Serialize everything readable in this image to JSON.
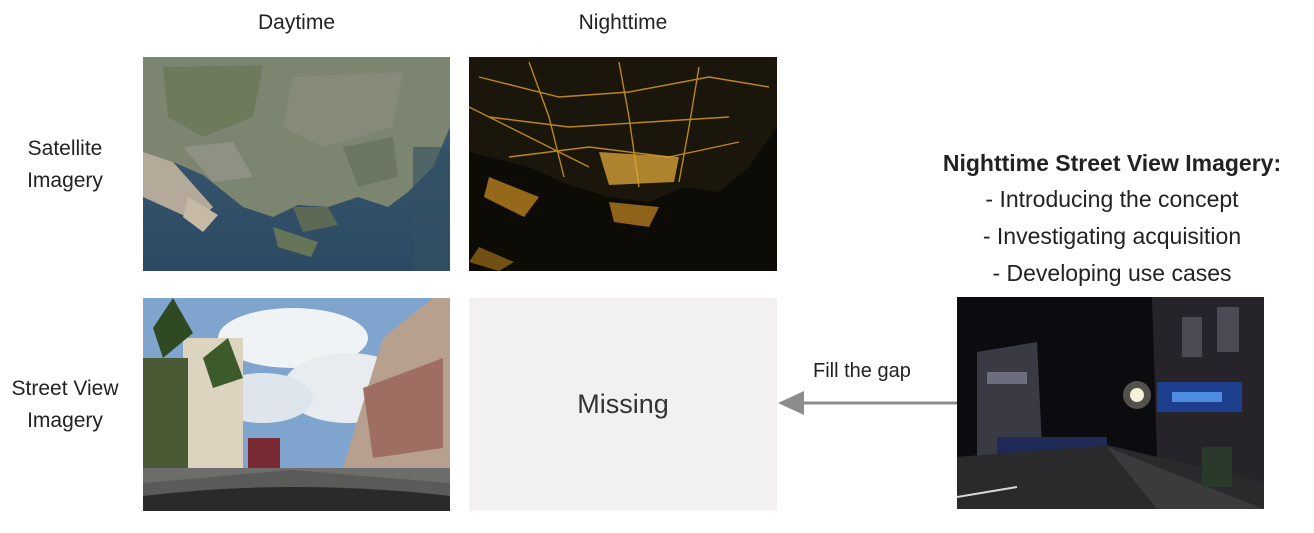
{
  "columns": {
    "day": "Daytime",
    "night": "Nighttime"
  },
  "rows": {
    "satellite": [
      "Satellite",
      "Imagery"
    ],
    "street": [
      "Street View",
      "Imagery"
    ]
  },
  "missing_label": "Missing",
  "arrow_label": "Fill the gap",
  "concept": {
    "title": "Nighttime Street View Imagery:",
    "items": [
      "- Introducing the concept",
      "- Investigating acquisition",
      "- Developing use cases"
    ]
  },
  "colors": {
    "arrow": "#8c8c8c",
    "missing_bg": "#f2f0f0"
  }
}
